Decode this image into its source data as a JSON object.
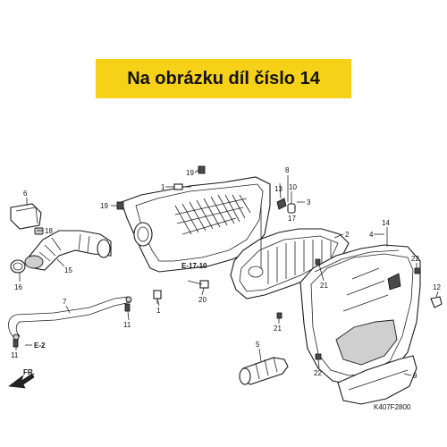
{
  "header": {
    "title": "Na obrázku díl číslo 14",
    "accent_color": "#f7d117"
  },
  "callouts": {
    "n1a": "1",
    "n1b": "1",
    "n2": "2",
    "n3": "3",
    "n4": "4",
    "n5": "5",
    "n6": "6",
    "n7": "7",
    "n8": "8",
    "n9": "9",
    "n11a": "11",
    "n11b": "11",
    "n12": "12",
    "n13": "13",
    "n14": "14",
    "n15": "15",
    "n16": "16",
    "n17": "17",
    "n18": "18",
    "n19a": "19",
    "n19b": "19",
    "n20": "20",
    "n21a": "21",
    "n21b": "21",
    "n22a": "22",
    "n22b": "22"
  },
  "refs": {
    "e17": "E-17-10",
    "e2": "E-2",
    "fr": "FR."
  },
  "diagram_code": "K407F2800"
}
